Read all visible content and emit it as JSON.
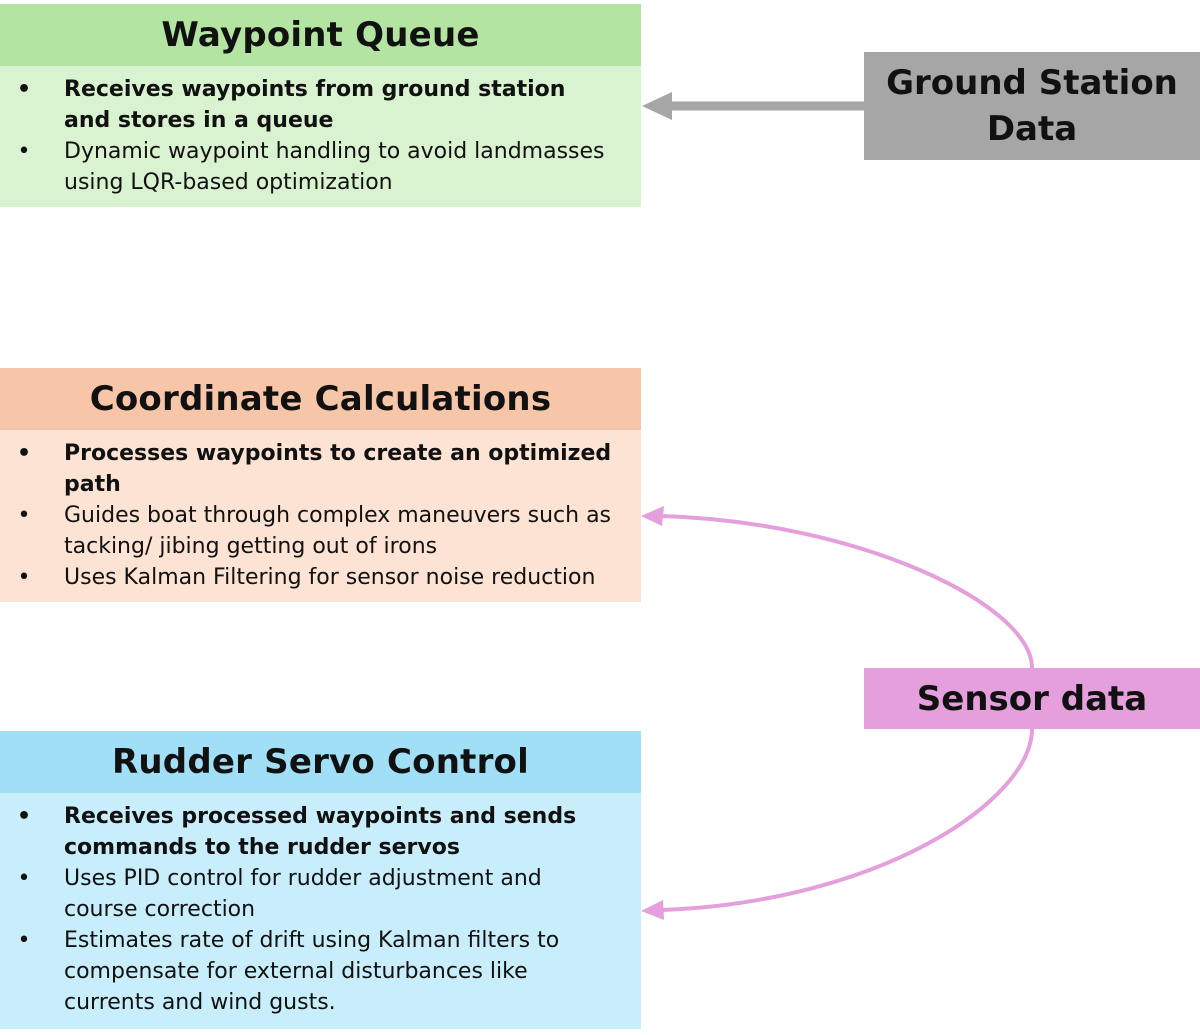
{
  "panels": {
    "waypoint_queue": {
      "title": "Waypoint Queue",
      "items": [
        {
          "bullet": "•",
          "text": "Receives waypoints from ground station and stores in a queue"
        },
        {
          "bullet": "•",
          "text": "Dynamic waypoint handling to avoid landmasses using LQR-based optimization"
        }
      ]
    },
    "coordinate_calculations": {
      "title": "Coordinate Calculations",
      "items": [
        {
          "bullet": "•",
          "text": "Processes waypoints to create an optimized path"
        },
        {
          "bullet": "•",
          "text": "Guides boat through complex maneuvers such as tacking/ jibing getting out of irons"
        },
        {
          "bullet": "•",
          "text": "Uses Kalman Filtering for sensor noise reduction"
        }
      ]
    },
    "rudder_servo_control": {
      "title": "Rudder Servo Control",
      "items": [
        {
          "bullet": "•",
          "text": "Receives processed waypoints and sends commands to the rudder servos"
        },
        {
          "bullet": "•",
          "text": "Uses PID control for rudder adjustment and course correction"
        },
        {
          "bullet": "•",
          "text": "Estimates rate of drift using Kalman filters to compensate for external disturbances like currents and wind gusts."
        }
      ]
    }
  },
  "side_boxes": {
    "ground_station": {
      "line1": "Ground Station",
      "line2": "Data"
    },
    "sensor": {
      "label": "Sensor data"
    }
  },
  "colors": {
    "waypoint_header": "#b3e4a1",
    "waypoint_body": "#d9f2cf",
    "coord_header": "#f7c5a7",
    "coord_body": "#fce3d4",
    "rudder_header": "#a1dff6",
    "rudder_body": "#c9eefb",
    "ground_station_box": "#a6a6a6",
    "sensor_box": "#e49fdc",
    "ground_arrow": "#a6a6a6",
    "sensor_arrow": "#e49fdc"
  }
}
